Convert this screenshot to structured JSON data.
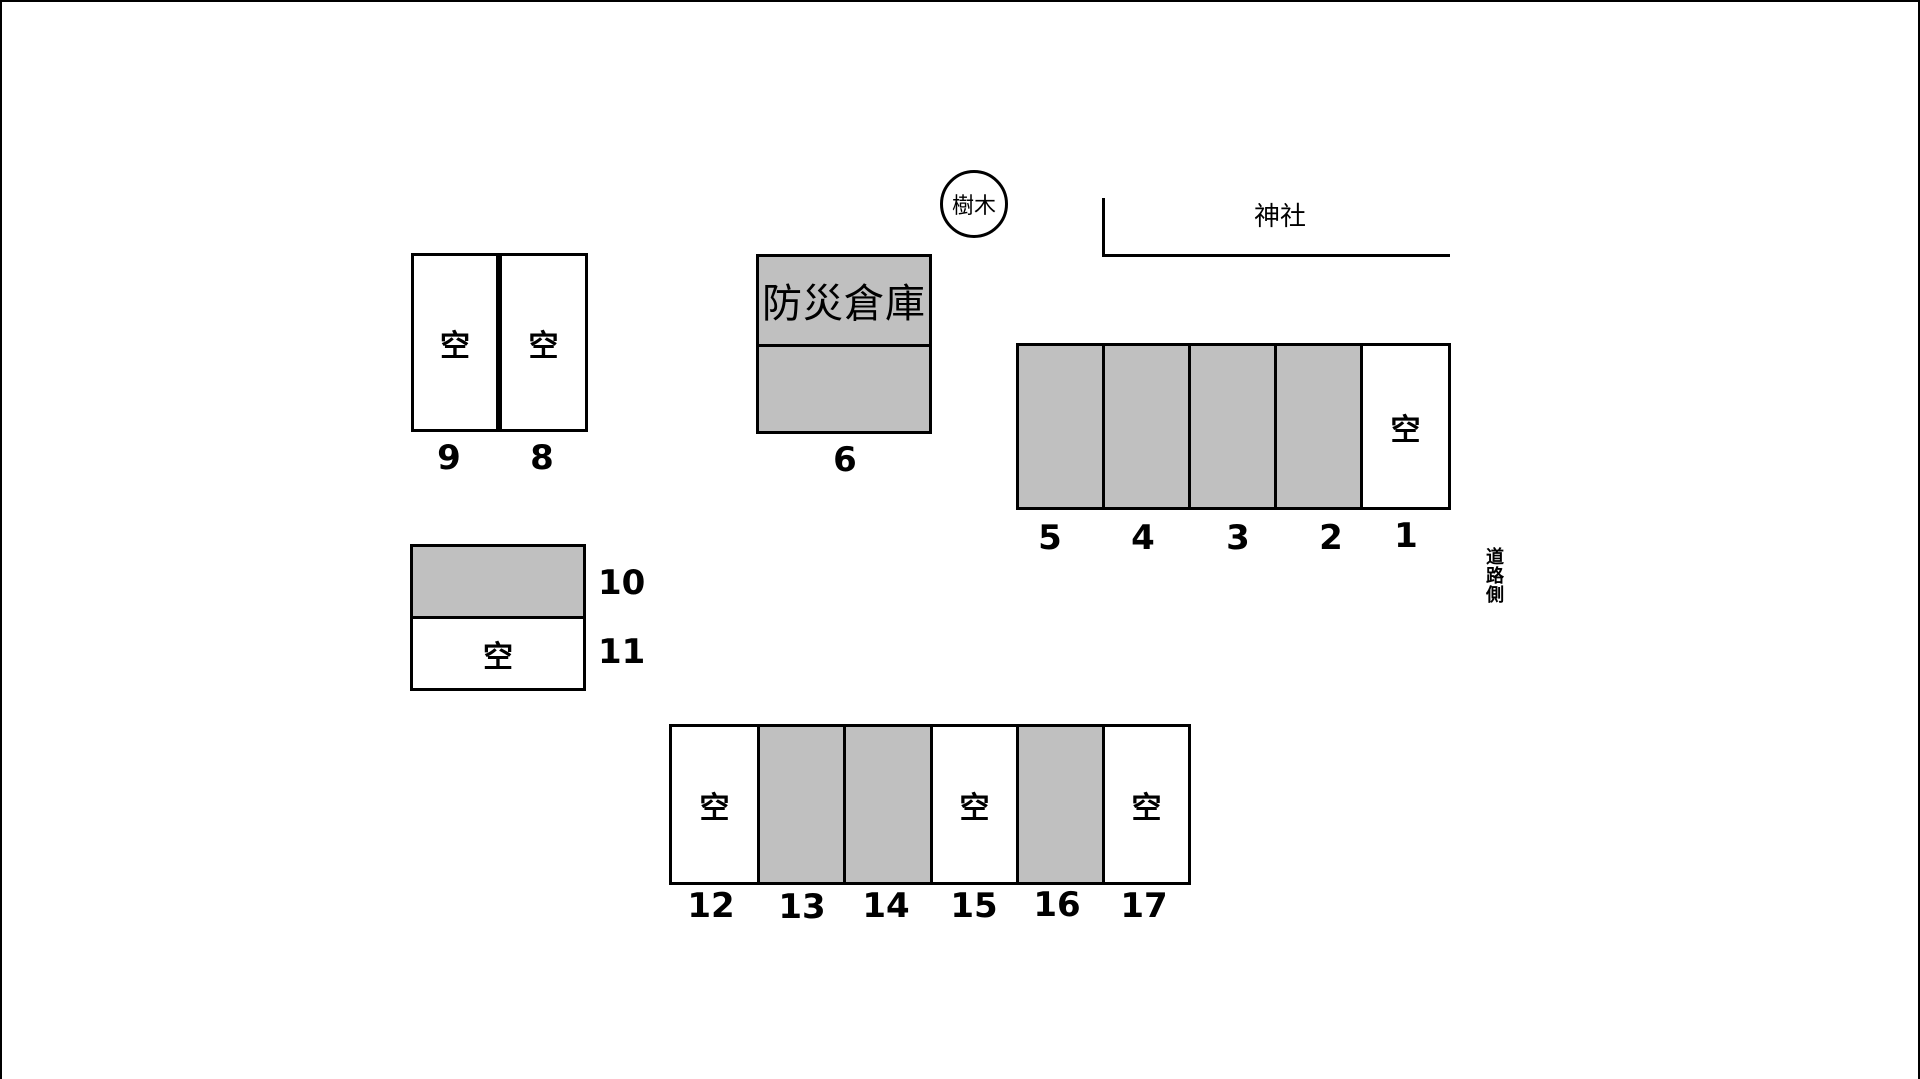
{
  "map": {
    "vacant_text": "空",
    "storehouse": {
      "label": "防災倉庫",
      "number": "6"
    },
    "tree": {
      "label": "樹木"
    },
    "shrine": {
      "label": "神社"
    },
    "road_side": {
      "label": "道路側",
      "chars": [
        "道",
        "路",
        "側"
      ]
    },
    "colors": {
      "occupied": "#c0c0c0",
      "vacant": "#ffffff",
      "outline": "#000000"
    },
    "spaces": [
      {
        "number": "1",
        "status": "vacant"
      },
      {
        "number": "2",
        "status": "occupied"
      },
      {
        "number": "3",
        "status": "occupied"
      },
      {
        "number": "4",
        "status": "occupied"
      },
      {
        "number": "5",
        "status": "occupied"
      },
      {
        "number": "8",
        "status": "vacant"
      },
      {
        "number": "9",
        "status": "vacant"
      },
      {
        "number": "10",
        "status": "occupied"
      },
      {
        "number": "11",
        "status": "vacant"
      },
      {
        "number": "12",
        "status": "vacant"
      },
      {
        "number": "13",
        "status": "occupied"
      },
      {
        "number": "14",
        "status": "occupied"
      },
      {
        "number": "15",
        "status": "vacant"
      },
      {
        "number": "16",
        "status": "occupied"
      },
      {
        "number": "17",
        "status": "vacant"
      }
    ]
  }
}
